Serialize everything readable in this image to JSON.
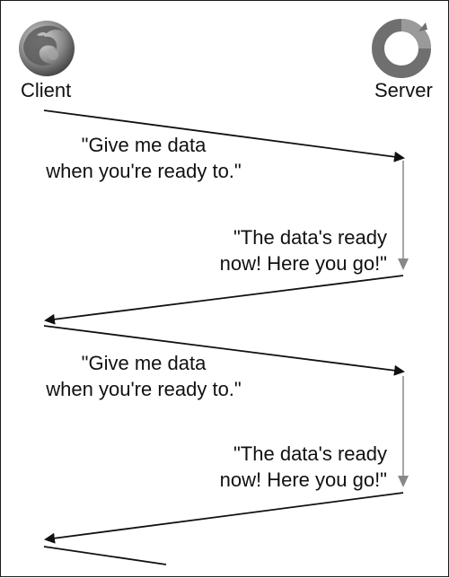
{
  "participants": {
    "client": {
      "label": "Client",
      "icon": "firefox-globe-icon"
    },
    "server": {
      "label": "Server",
      "icon": "server-ring-icon"
    }
  },
  "messages": [
    {
      "direction": "client-to-server",
      "lines": [
        "\"Give me data",
        "when you're ready to.\""
      ]
    },
    {
      "direction": "server-to-client",
      "lines": [
        "\"The data's ready",
        "now! Here you go!\""
      ]
    },
    {
      "direction": "client-to-server",
      "lines": [
        "\"Give me data",
        "when you're ready to.\""
      ]
    },
    {
      "direction": "server-to-client",
      "lines": [
        "\"The data's ready",
        "now! Here you go!\""
      ]
    }
  ],
  "colors": {
    "line": "#111111",
    "wait_line": "#888888",
    "client_icon": "#7a7a7a",
    "server_icon": "#6f6f6f"
  }
}
